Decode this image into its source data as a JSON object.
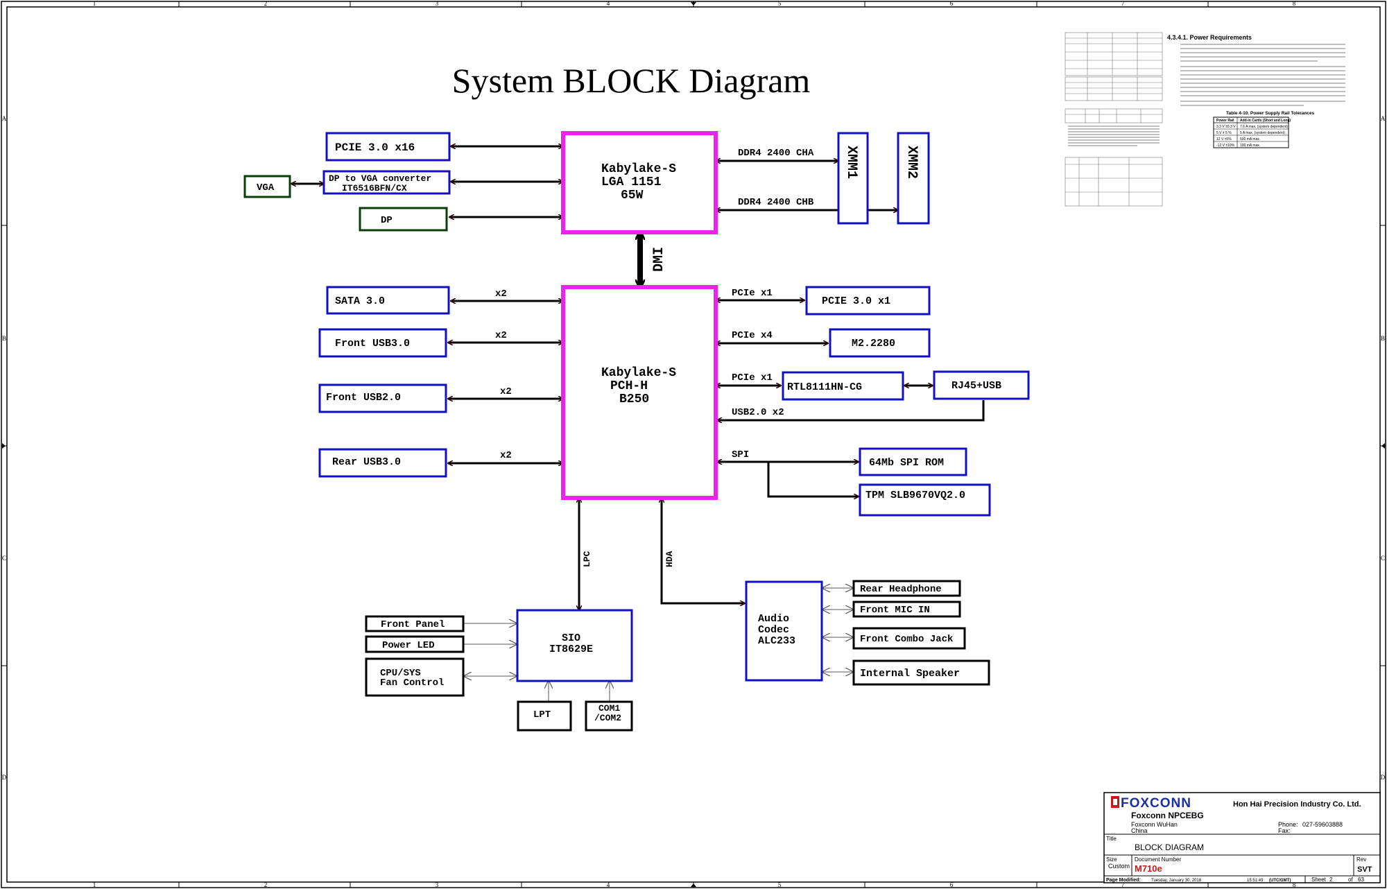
{
  "diagram": {
    "title": "System BLOCK Diagram",
    "grid": {
      "columns": [
        "1",
        "2",
        "3",
        "4",
        "5",
        "6",
        "7",
        "8"
      ],
      "rows": [
        "A",
        "B",
        "C",
        "D"
      ]
    },
    "blocks": {
      "cpu": [
        "Kabylake-S",
        "LGA 1151",
        "65W"
      ],
      "pch": [
        "Kabylake-S",
        "PCH-H",
        "B250"
      ],
      "pcie16": "PCIE 3.0 x16",
      "dp_vga": [
        "DP to VGA converter",
        "IT6516BFN/CX"
      ],
      "vga": "VGA",
      "dp": "DP",
      "xmm1": "XMM1",
      "xmm2": "XMM2",
      "sata": "SATA 3.0",
      "front_usb3": "Front USB3.0",
      "front_usb2": "Front USB2.0",
      "rear_usb3": "Rear USB3.0",
      "pcie1": "PCIE 3.0 x1",
      "m2": "M2.2280",
      "rtl": "RTL8111HN-CG",
      "rj45": "RJ45+USB",
      "spi_rom": "64Mb SPI ROM",
      "tpm": "TPM SLB9670VQ2.0",
      "sio": [
        "SIO",
        "IT8629E"
      ],
      "front_panel": "Front Panel",
      "power_led": "Power LED",
      "fan": [
        "CPU/SYS",
        "Fan Control"
      ],
      "lpt": "LPT",
      "com": [
        "COM1",
        "/COM2"
      ],
      "audio": [
        "Audio",
        "Codec",
        "ALC233"
      ],
      "rear_headphone": "Rear Headphone",
      "front_mic": "Front MIC IN",
      "front_combo": "Front Combo Jack",
      "speaker": "Internal Speaker"
    },
    "links": {
      "cha": "DDR4 2400 CHA",
      "chb": "DDR4 2400 CHB",
      "dmi": "DMI",
      "x2": "x2",
      "pcie_x1": "PCIe x1",
      "pcie_x4": "PCIe x4",
      "usb2_x2": "USB2.0 x2",
      "spi": "SPI",
      "lpc": "LPC",
      "hda": "HDA"
    },
    "colors": {
      "cpu_pch": "#ee22ee",
      "peripheral": "#1010c0",
      "display": "#0a3d0a",
      "io": "#000000"
    }
  },
  "notes": {
    "spec_heading": "4.3.4.1.  Power Requirements",
    "spec_table_caption": "Table 4-10.  Power Supply Rail Tolerances",
    "spec_table": {
      "headers": [
        "Power Rail",
        "Add-in Cards (Short and Long)"
      ],
      "rows": [
        [
          "3.3 V ±0.3 V",
          "7.6 A max. (system dependent)"
        ],
        [
          "5 V ± 5 %",
          "5 A max. (system dependent)"
        ],
        [
          "12 V ±5%",
          "500 mA max."
        ],
        [
          "-12 V ±10%",
          "100 mA max."
        ]
      ]
    }
  },
  "title_block": {
    "logo": "FOXCONN",
    "company": "Hon Hai Precision Industry Co. Ltd.",
    "division": "Foxconn NPCEBG",
    "site_line1": "Foxconn WuHan",
    "site_line2": "China",
    "phone_label": "Phone:",
    "phone": "027-59603888",
    "fax_label": "Fax:",
    "title_label": "Title",
    "title": "BLOCK DIAGRAM",
    "size_label": "Size",
    "size": "Custom",
    "docnum_label": "Document Number",
    "docnum": "M710e",
    "rev_label": "Rev",
    "rev": "SVT",
    "modified_label": "Page Modified:",
    "modified": "Tuesday, January 30, 2018",
    "time": "15:51:49",
    "tz": "(UTC/GMT)",
    "sheet_label": "Sheet",
    "sheet": "2",
    "of_label": "of",
    "of": "63"
  }
}
